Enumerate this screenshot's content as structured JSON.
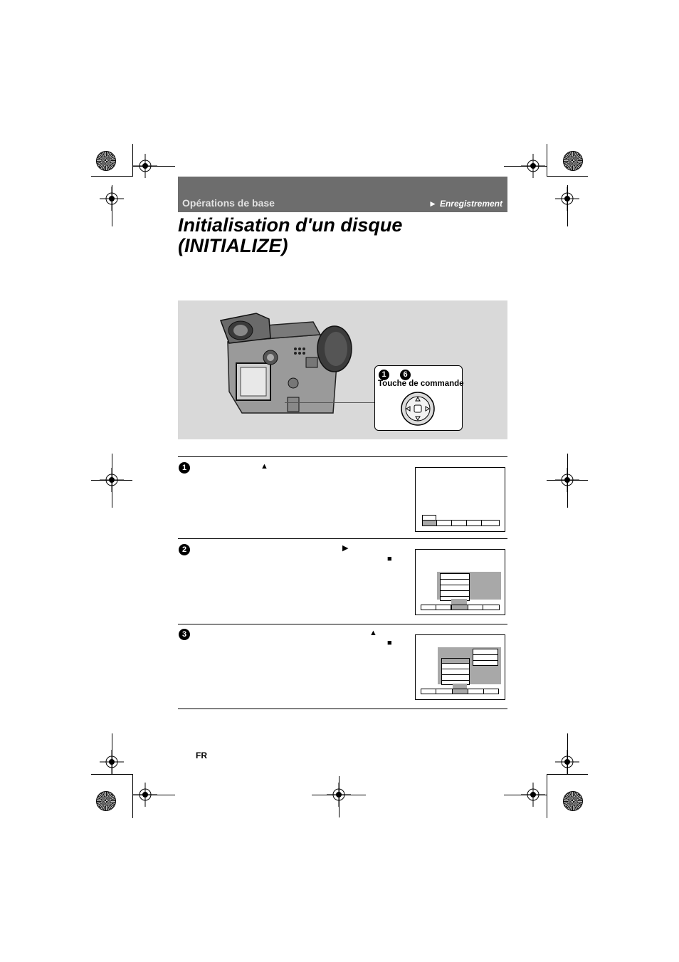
{
  "header": {
    "section_label": "Opérations de base",
    "breadcrumb_marker": "►",
    "breadcrumb": "Enregistrement"
  },
  "title": {
    "line1": "Initialisation d'un disque",
    "line2": "(INITIALIZE)"
  },
  "illustration": {
    "callout_step_a": "1",
    "callout_step_b": "6",
    "callout_label": "Touche de commande"
  },
  "steps": [
    {
      "number": "1",
      "glyphs": [
        "▲"
      ]
    },
    {
      "number": "2",
      "glyphs": [
        "▶",
        "■"
      ]
    },
    {
      "number": "3",
      "glyphs": [
        "▲",
        "■"
      ]
    }
  ],
  "footer": {
    "language": "FR"
  },
  "icons": {
    "registration": "crosshair-icon",
    "color_bar": "starburst-icon",
    "control_button": "dpad-icon"
  }
}
